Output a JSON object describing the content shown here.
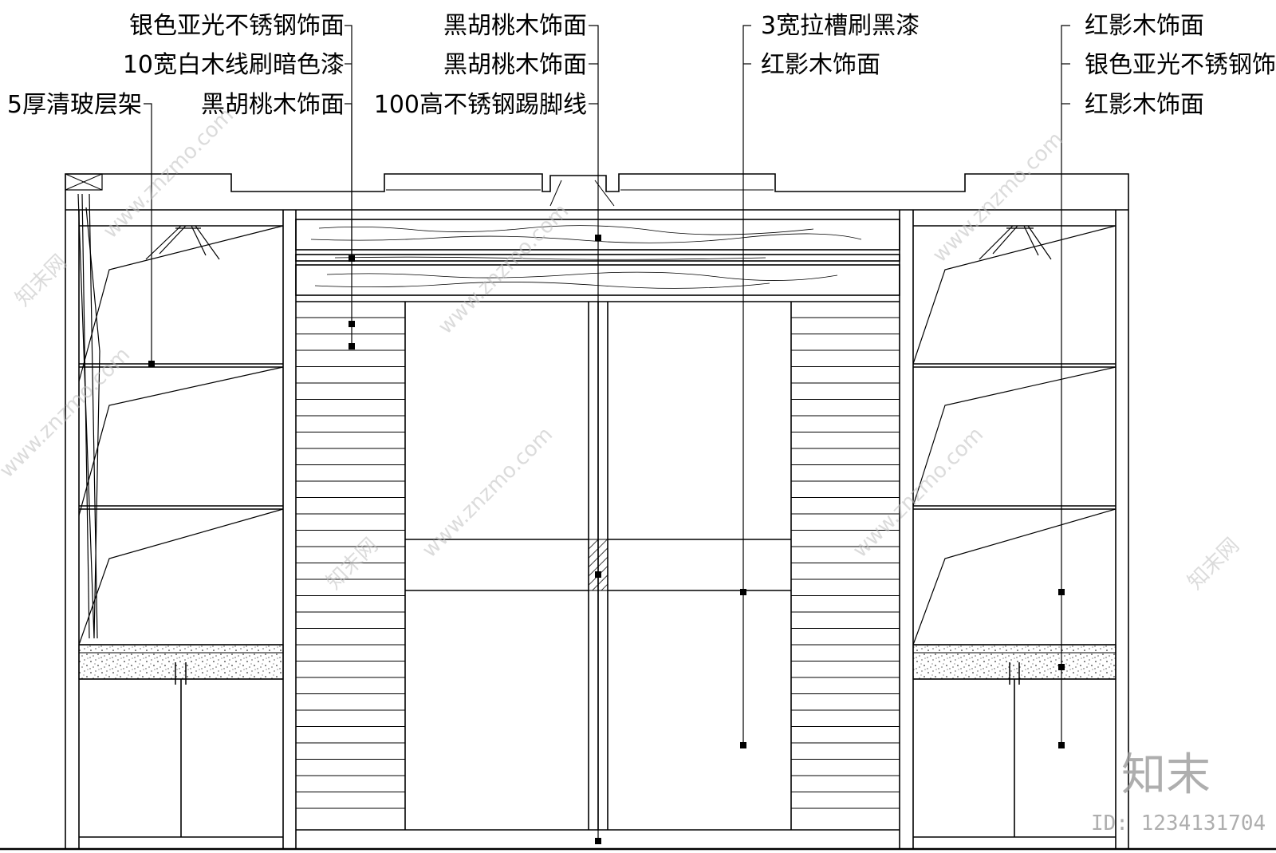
{
  "labels": {
    "col1": [
      "银色亚光不锈钢饰面",
      "10宽白木线刷暗色漆",
      "黑胡桃木饰面"
    ],
    "col1_left": "5厚清玻层架",
    "col2": [
      "黑胡桃木饰面",
      "黑胡桃木饰面",
      "100高不锈钢踢脚线"
    ],
    "col3": [
      "3宽拉槽刷黑漆",
      "红影木饰面"
    ],
    "col4": [
      "红影木饰面",
      "银色亚光不锈钢饰",
      "红影木饰面"
    ]
  },
  "watermarks": {
    "site": "www.znzmo.com",
    "brand": "知末",
    "brand_cn": "知末网",
    "id": "ID: 1234131704"
  }
}
